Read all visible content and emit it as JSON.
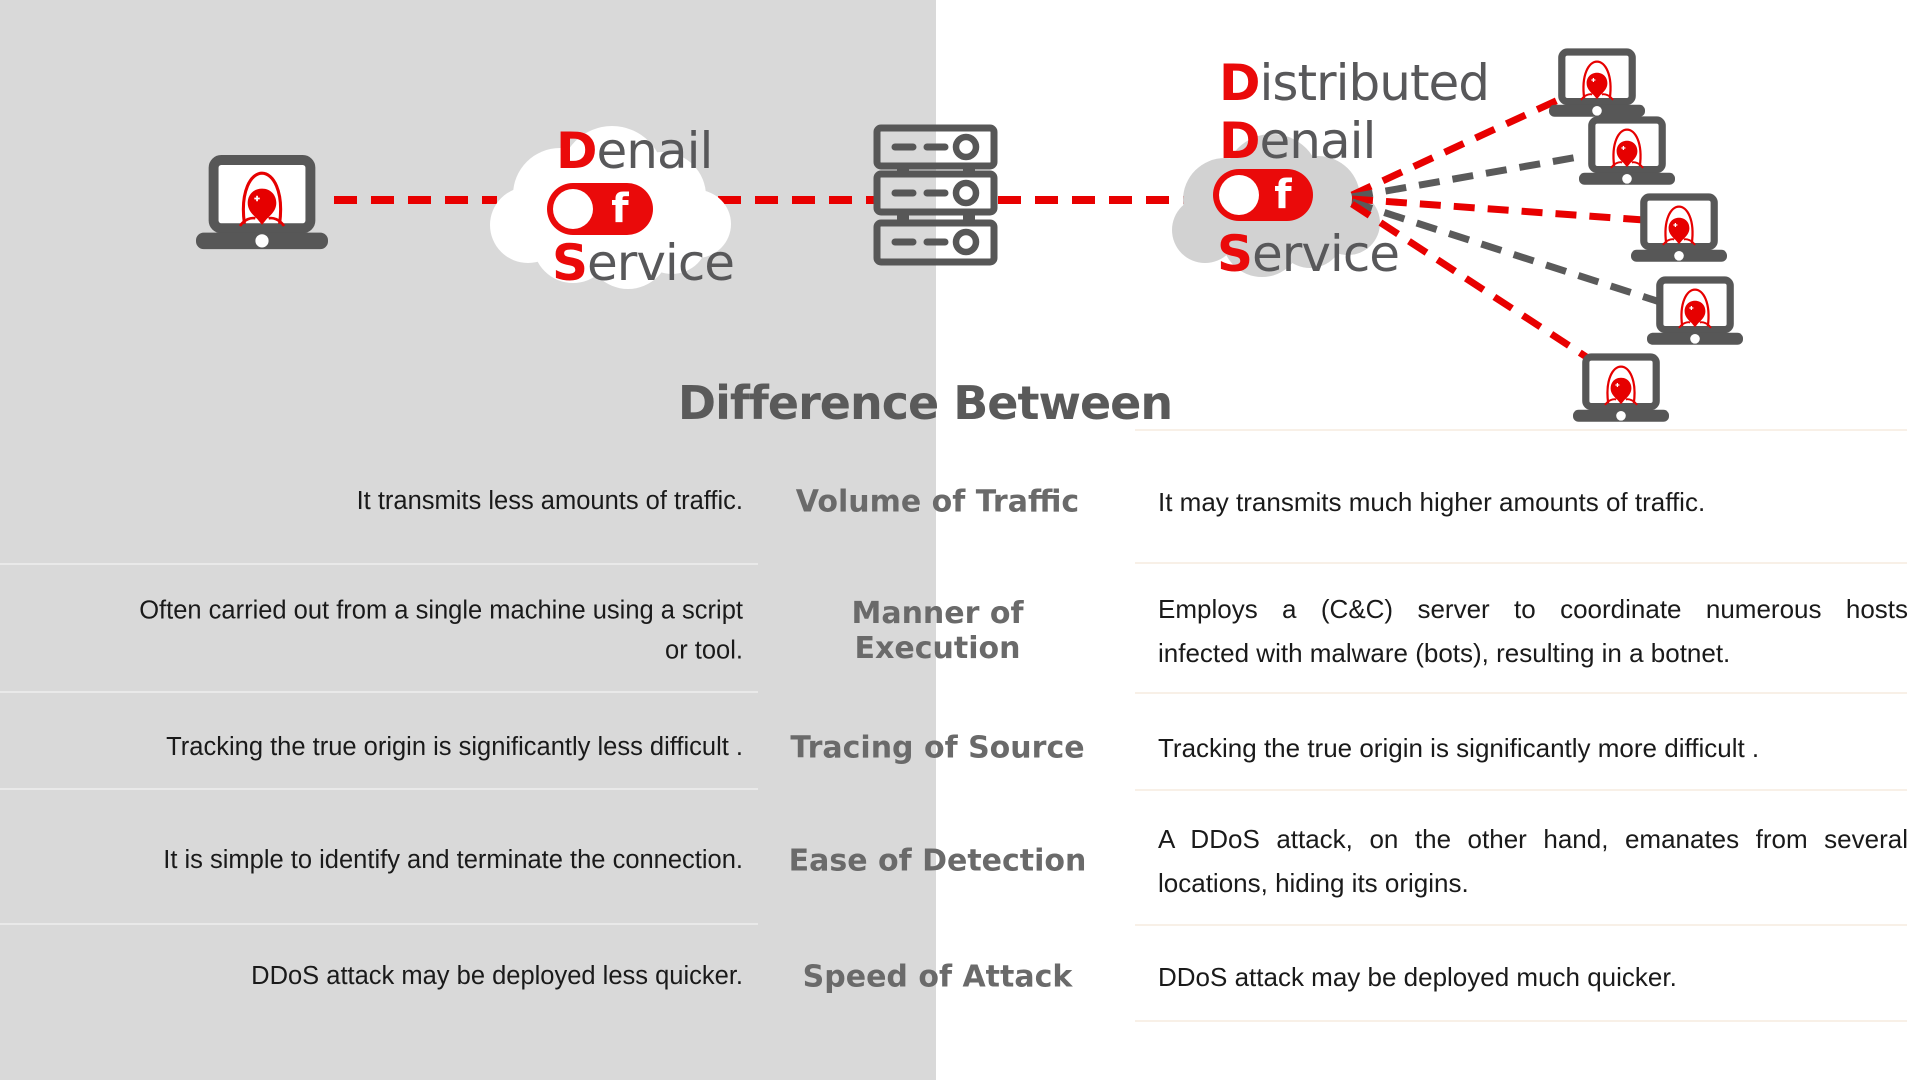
{
  "colors": {
    "background_left": "#d9d9d9",
    "background_right": "#ffffff",
    "accent_red": "#e80000",
    "icon_gray": "#575757",
    "cloud_text_gray": "#58585a",
    "aspect_label_gray": "#6a6a6a",
    "body_text": "#1a1a1a",
    "row_divider": "#f8f0e7",
    "ddos_cloud_gray": "#d2d2d2",
    "dos_cloud_white": "#ffffff"
  },
  "icons": {
    "attacker_laptop": "laptop-with-hooded-hacker",
    "bot_laptop": "laptop-with-hooded-hacker",
    "server": "server-rack-3-units",
    "dos_cloud": "cloud",
    "ddos_cloud": "cloud",
    "attack_line": "dashed-line"
  },
  "dos_cloud": {
    "line1": {
      "lead": "D",
      "rest": "enail"
    },
    "pill_letter": "f",
    "line2": {
      "lead": "S",
      "rest": "ervice"
    }
  },
  "ddos_cloud": {
    "line1": {
      "lead": "D",
      "rest": "istributed"
    },
    "line2": {
      "lead": "D",
      "rest": "enail"
    },
    "pill_letter": "f",
    "line3": {
      "lead": "S",
      "rest": "ervice"
    }
  },
  "title": "Difference Between",
  "comparison": {
    "rows": [
      {
        "dos": "It transmits less amounts of traffic.",
        "aspect": "Volume of Traffic",
        "ddos_lines": [
          "It may transmits much higher amounts of traffic."
        ]
      },
      {
        "dos": "Often carried out from a single machine using a script\nor tool.",
        "aspect": "Manner of Execution",
        "ddos_lines": [
          "Employs a  (C&C) server to coordinate numerous hosts",
          "infected with malware (bots), resulting in a botnet."
        ]
      },
      {
        "dos": "Tracking the true origin is significantly less difficult .",
        "aspect": "Tracing of Source",
        "ddos_lines": [
          "Tracking the true origin is significantly more difficult ."
        ]
      },
      {
        "dos": "It is simple to identify and terminate the connection.",
        "aspect": "Ease of Detection",
        "ddos_lines": [
          "A DDoS attack, on the other hand, emanates from several",
          "locations, hiding its origins."
        ]
      },
      {
        "dos": "DDoS attack may be deployed less quicker.",
        "aspect": "Speed of Attack",
        "ddos_lines": [
          "DDoS attack may be deployed much quicker."
        ]
      }
    ]
  }
}
